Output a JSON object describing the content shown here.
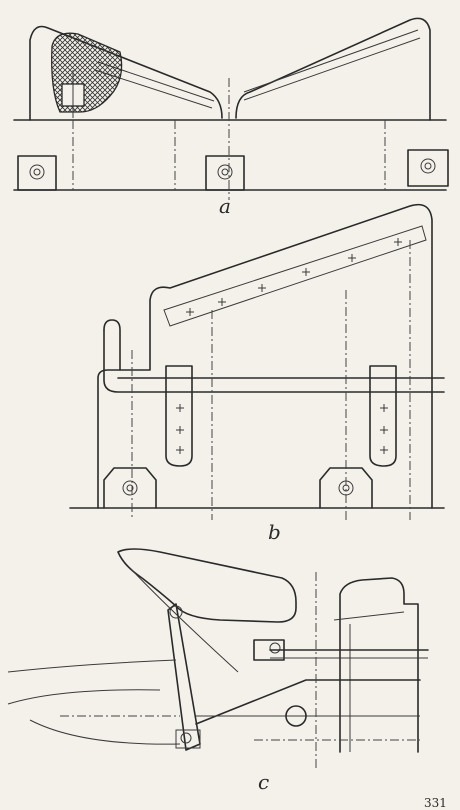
{
  "figure": {
    "panels": [
      {
        "id": "a",
        "caption": "a"
      },
      {
        "id": "b",
        "caption": "b"
      },
      {
        "id": "c",
        "caption": "c"
      }
    ],
    "corner_fragment": "331"
  },
  "colors": {
    "ink": "#2a2a2a",
    "paper": "#f4f1ea"
  }
}
